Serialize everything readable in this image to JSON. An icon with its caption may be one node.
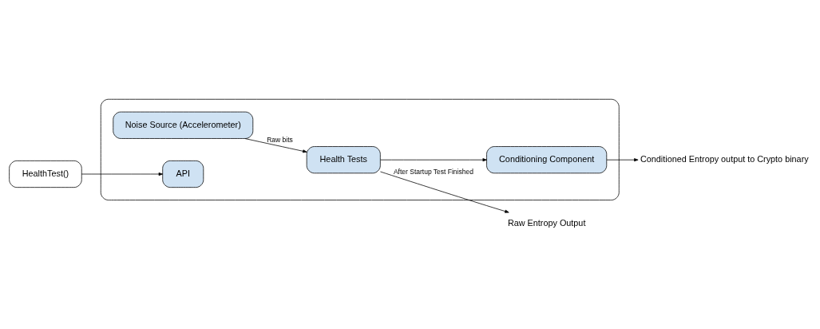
{
  "diagram": {
    "nodes": [
      {
        "text": [],
        "shape": "box"
      },
      {
        "text": [
          "Noise Source (Accelerometer)"
        ],
        "in": 0
      },
      {
        "text": [
          "Health Tests"
        ],
        "in": 0
      },
      {
        "text": [
          "Conditioning Component"
        ],
        "in": 0
      },
      {
        "text": [
          "API"
        ],
        "in": 0
      },
      {
        "text": [
          "Conditioned Entropy output to Crypto binary"
        ]
      },
      {
        "text": [
          "Raw Entropy Output"
        ]
      },
      {
        "text": [
          "HealthTest()"
        ]
      }
    ],
    "edges": [
      {
        "from": 1,
        "to": 2,
        "arrow": "to",
        "label": "Raw bits"
      },
      {
        "from": 2,
        "to": 3,
        "arrow": "to"
      },
      {
        "from": 3,
        "to": 5,
        "arrow": "to"
      },
      {
        "from": 2,
        "to": 6,
        "arrow": "to",
        "label": "After Startup Test Finished"
      },
      {
        "from": 7,
        "to": 4,
        "arrow": "to"
      }
    ]
  }
}
